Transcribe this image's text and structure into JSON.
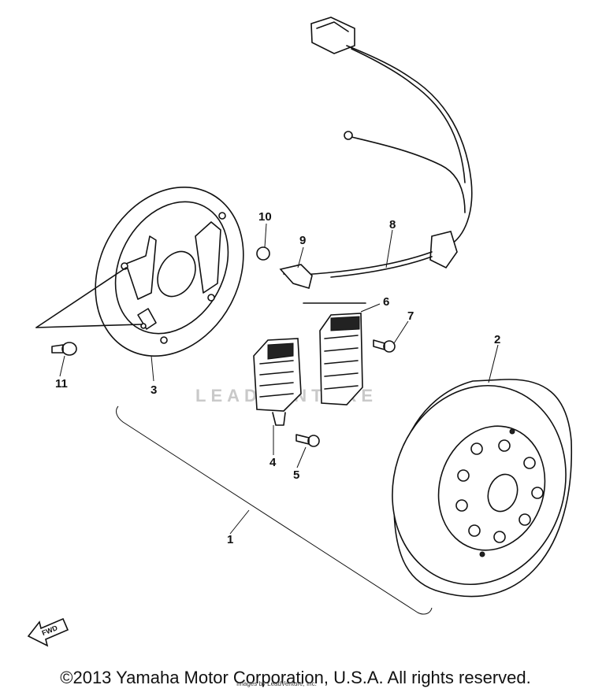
{
  "diagram": {
    "callouts": [
      "1",
      "2",
      "3",
      "4",
      "5",
      "6",
      "7",
      "8",
      "9",
      "10",
      "11"
    ],
    "fwd_label": "FWD",
    "watermark": "LEADVENTURE"
  },
  "footer": {
    "copyright": "©2013 Yamaha Motor Corporation, U.S.A. All rights reserved.",
    "small_note": "Images by LeadVenture, Inc."
  }
}
